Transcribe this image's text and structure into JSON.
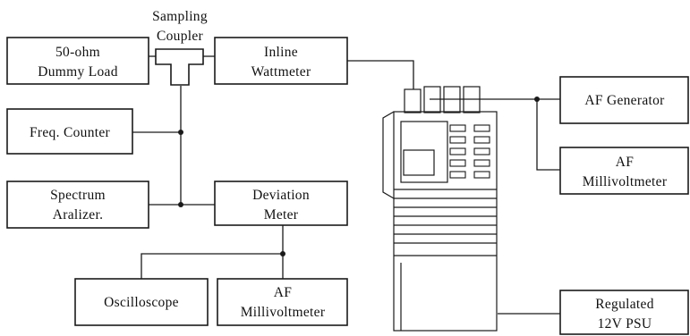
{
  "diagram": {
    "labels": {
      "sampling_coupler": [
        "Sampling",
        "Coupler"
      ],
      "dummy_load": [
        "50-ohm",
        "Dummy Load"
      ],
      "wattmeter": [
        "Inline",
        "Wattmeter"
      ],
      "freq_counter": [
        "Freq. Counter"
      ],
      "spectrum_analyzer": [
        "Spectrum",
        "Aralizer."
      ],
      "deviation_meter": [
        "Deviation",
        "Meter"
      ],
      "oscilloscope": [
        "Oscilloscope"
      ],
      "af_millivoltmeter_bottom": [
        "AF",
        "Millivoltmeter"
      ],
      "af_generator": [
        "AF Generator"
      ],
      "af_millivoltmeter_right": [
        "AF",
        "Millivoltmeter"
      ],
      "psu": [
        "Regulated",
        "12V PSU"
      ]
    }
  }
}
